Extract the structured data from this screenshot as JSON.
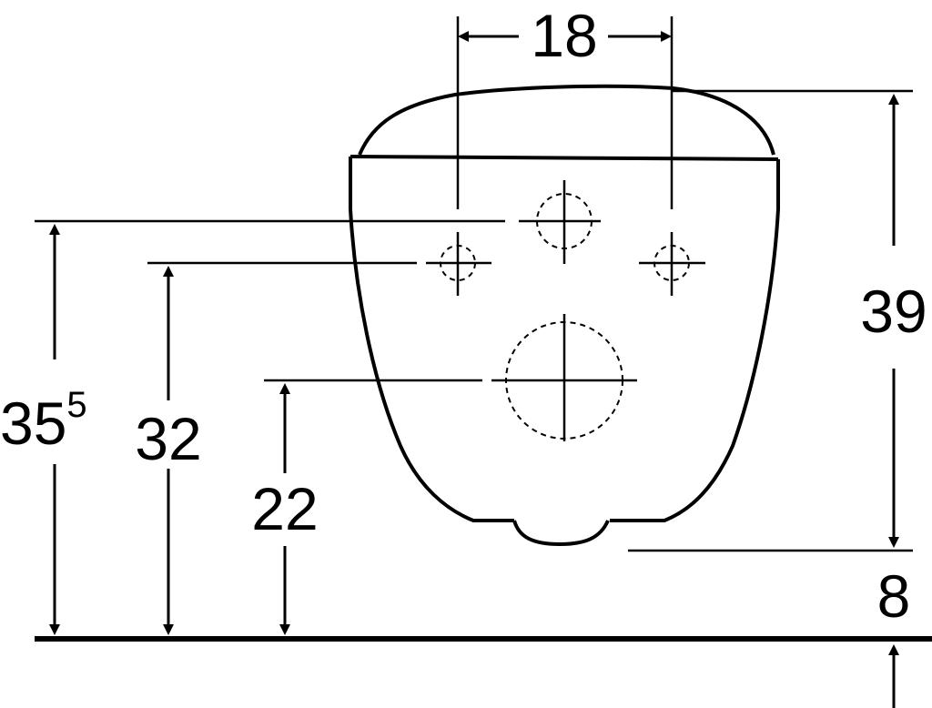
{
  "dimensions": {
    "width_between_holes": "18",
    "cover_height": "39",
    "bottom_clearance": "8",
    "upper_holes_base": "35",
    "upper_holes_sup": "5",
    "side_holes": "32",
    "outlet": "22"
  }
}
